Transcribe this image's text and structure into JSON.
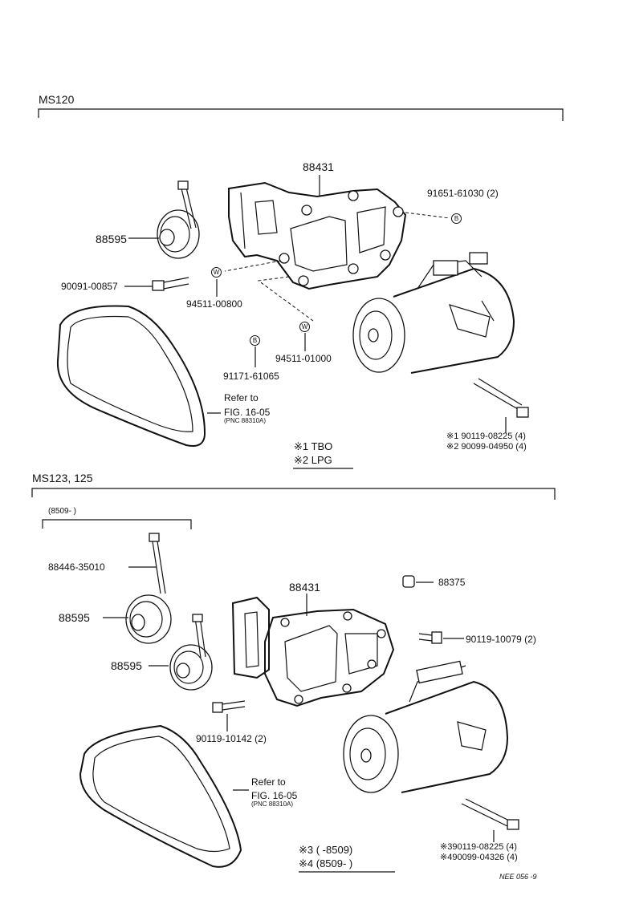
{
  "sections": {
    "top": {
      "title": "MS120"
    },
    "bottom": {
      "title": "MS123, 125",
      "sub_range": "(8509-    )"
    }
  },
  "top_labels": {
    "bracket": "88431",
    "bolt_b": "91651-61030 (2)",
    "pulley": "88595",
    "bolt_pulley": "90091-00857",
    "washer_1": "94511-00800",
    "washer_2": "94511-01000",
    "bolt_b2": "91171-61065",
    "refer_1": "Refer to",
    "refer_2": "FIG. 16-05",
    "refer_3": "(PNC 88310A)",
    "comp_bolt_1": "※1 90119-08225 (4)",
    "comp_bolt_2": "※2 90099-04950 (4)"
  },
  "top_legend": {
    "l1": "※1 TBO",
    "l2": "※2 LPG"
  },
  "bottom_labels": {
    "adj_bolt": "88446-35010",
    "bracket": "88431",
    "clip": "88375",
    "bolt_right": "90119-10079 (2)",
    "pulley_1": "88595",
    "pulley_2": "88595",
    "bolt_lower": "90119-10142 (2)",
    "refer_1": "Refer to",
    "refer_2": "FIG. 16-05",
    "refer_3": "(PNC 88310A)",
    "comp_bolt_3": "※390119-08225 (4)",
    "comp_bolt_4": "※490099-04326 (4)"
  },
  "bottom_legend": {
    "l3": "※3 (      -8509)",
    "l4": "※4 (8509-      )"
  },
  "markers": {
    "b": "B",
    "w": "W"
  },
  "footer_code": "NEE 056 -9"
}
